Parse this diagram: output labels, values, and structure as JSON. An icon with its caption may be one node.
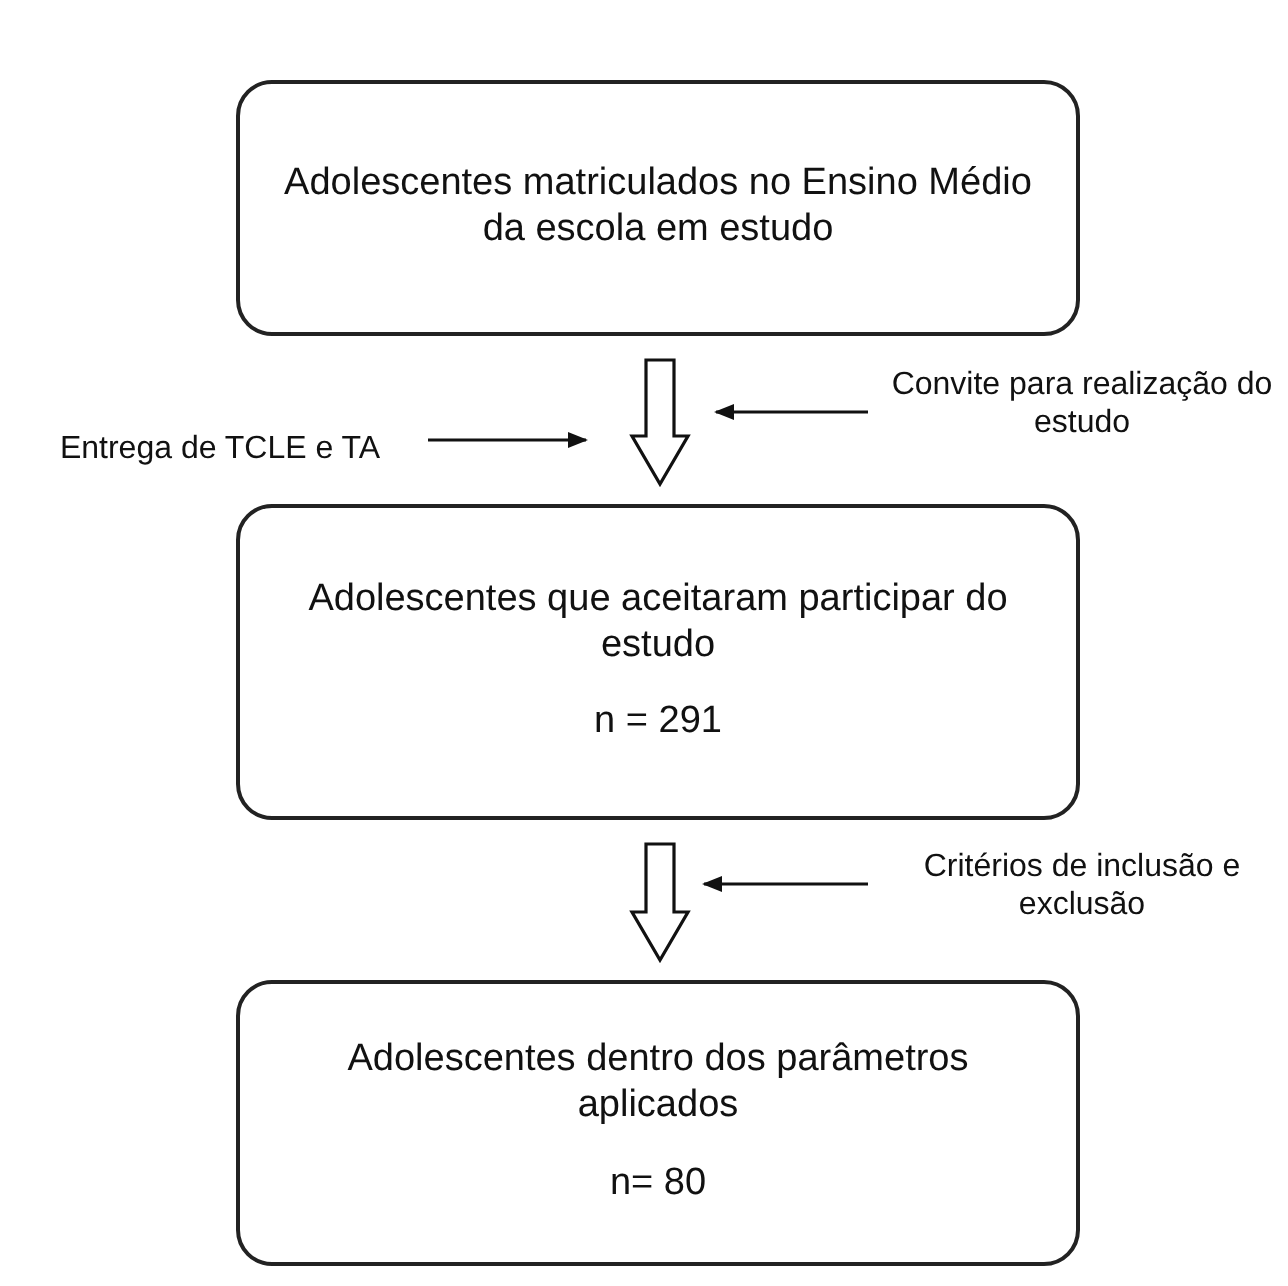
{
  "diagram": {
    "nodes": [
      {
        "text": [
          "Adolescentes matriculados no Ensino Médio da escola em estudo"
        ]
      },
      {
        "text": [
          "Adolescentes que aceitaram participar do estudo",
          "n = 291"
        ]
      },
      {
        "text": [
          "Adolescentes dentro dos parâmetros aplicados",
          "n= 80"
        ]
      },
      {
        "text": [
          "Entrega de TCLE e TA"
        ]
      },
      {
        "text": [
          "Convite para realização do estudo"
        ]
      },
      {
        "text": [
          "Critérios de inclusão e exclusão"
        ]
      }
    ],
    "edges": [
      {
        "from": 0,
        "to": 1,
        "arrow": "to",
        "style": "thick"
      },
      {
        "from": 1,
        "to": 2,
        "arrow": "to",
        "style": "thick"
      },
      {
        "from": 3,
        "to": null,
        "arrow": "to"
      },
      {
        "from": 4,
        "to": null,
        "arrow": "to"
      },
      {
        "from": 5,
        "to": null,
        "arrow": "to"
      }
    ]
  }
}
